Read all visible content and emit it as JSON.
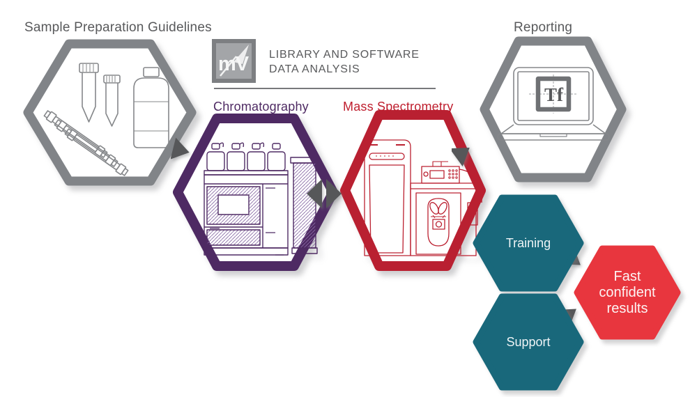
{
  "labels": {
    "sample_prep": "Sample Preparation Guidelines",
    "chromatography": "Chromatography",
    "mass_spectrometry": "Mass Spectrometry",
    "reporting": "Reporting",
    "training": "Training",
    "support": "Support",
    "fast_results": "Fast confident results"
  },
  "library": {
    "logo_text": "mV",
    "line1": "LIBRARY AND SOFTWARE",
    "line2": "DATA ANALYSIS"
  },
  "reporting_screen": {
    "logo_text": "Tf"
  },
  "colors": {
    "gray_hex_outline": "#818488",
    "text_gray": "#58595b",
    "purple": "#4e2a63",
    "crimson_outline": "#b92031",
    "crimson_label": "#bf1e2e",
    "bright_red_fill": "#e8363e",
    "teal_fill": "#19687b",
    "arrow_gray": "#565759",
    "illustration_gray": "#85878a"
  }
}
